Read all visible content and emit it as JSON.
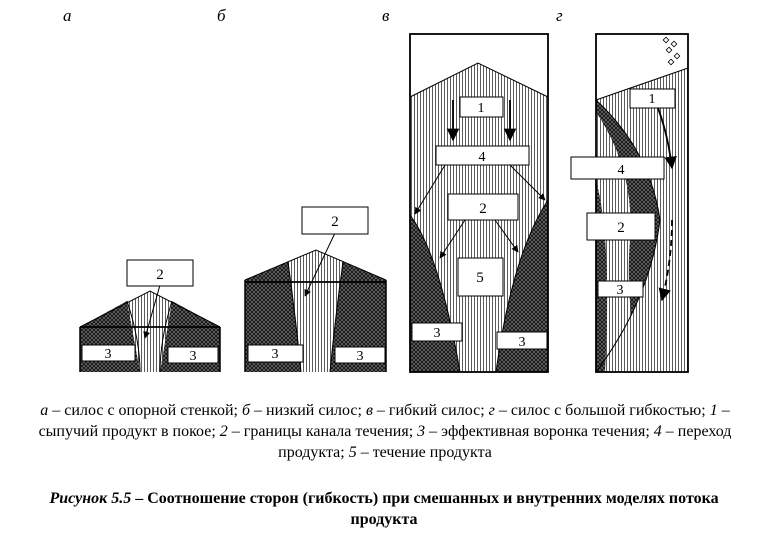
{
  "panels": {
    "a": {
      "letter": "а",
      "labels": {
        "l2": "2",
        "l3_left": "3",
        "l3_right": "3"
      }
    },
    "b": {
      "letter": "б",
      "labels": {
        "l2": "2",
        "l3_left": "3",
        "l3_right": "3"
      }
    },
    "v": {
      "letter": "в",
      "labels": {
        "l1": "1",
        "l4": "4",
        "l2": "2",
        "l5": "5",
        "l3_left": "3",
        "l3_right": "3"
      }
    },
    "g": {
      "letter": "г",
      "labels": {
        "l1": "1",
        "l4": "4",
        "l2": "2",
        "l3": "3"
      }
    }
  },
  "legend": {
    "p1_letter": "а",
    "p1_text": " – силос с опорной стенкой; ",
    "p2_letter": "б",
    "p2_text": " – низкий силос; ",
    "p3_letter": "в",
    "p3_text": " – гибкий силос; ",
    "p4_letter": "г",
    "p4_text": " – силос с большой гибкостью; ",
    "n1": "1",
    "t1": " – сыпучий продукт в покое; ",
    "n2": "2",
    "t2": " – границы канала течения; ",
    "n3": "3",
    "t3": " – эффективная воронка течения; ",
    "n4": "4",
    "t4": " – переход продукта; ",
    "n5": "5",
    "t5": " – течение продукта"
  },
  "figure_title": {
    "prefix": "Рисунок 5.5",
    "text": " – Соотношение сторон (гибкость) при смешанных и внутренних моделях потока продукта"
  },
  "colors": {
    "stroke": "#000000",
    "background": "#ffffff",
    "cross_hatch": "#000000",
    "vertical_hatch": "#444444"
  }
}
